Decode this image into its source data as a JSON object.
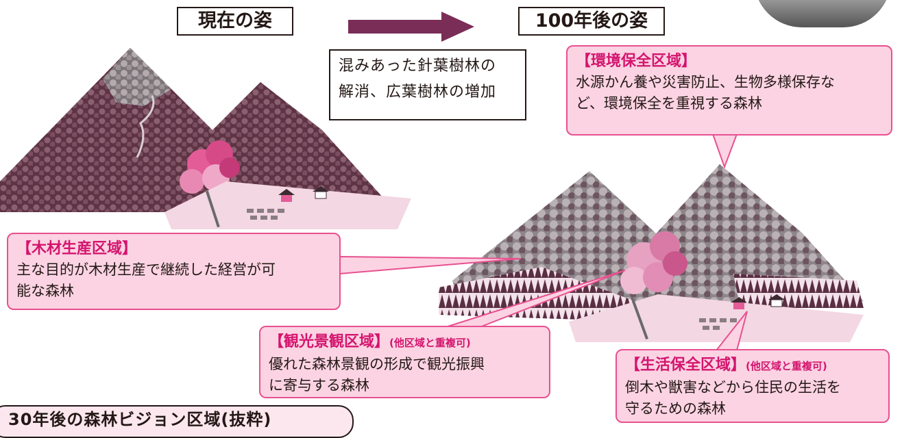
{
  "header": {
    "current_label": "現在の姿",
    "future_label": "100年後の姿"
  },
  "note": {
    "line1": "混みあった針葉樹林の",
    "line2": "解消、広葉樹林の増加"
  },
  "callouts": {
    "env": {
      "title": "【環境保全区域】",
      "line1": "水源かん養や災害防止、生物多様保存な",
      "line2": "ど、環境保全を重視する森林"
    },
    "timber": {
      "title": "【木材生産区域】",
      "line1": "主な目的が木材生産で継続した経営が可",
      "line2": "能な森林"
    },
    "tourism": {
      "title": "【観光景観区域】",
      "sub": "(他区域と重複可)",
      "line1": "優れた森林景観の形成で観光振興",
      "line2": "に寄与する森林"
    },
    "life": {
      "title": "【生活保全区域】",
      "sub": "(他区域と重複可)",
      "line1": "倒木や獣害などから住民の生活を",
      "line2": "守るための森林"
    }
  },
  "bottom_tag": {
    "text": "30年後の森林ビジョン区域(抜粋)"
  },
  "colors": {
    "arrow": "#7a2d57",
    "forest_dark": "#6b4050",
    "forest_light": "#a9a0a3",
    "accent_pink": "#e8508f",
    "callout_fill": "#fbd3e3"
  }
}
